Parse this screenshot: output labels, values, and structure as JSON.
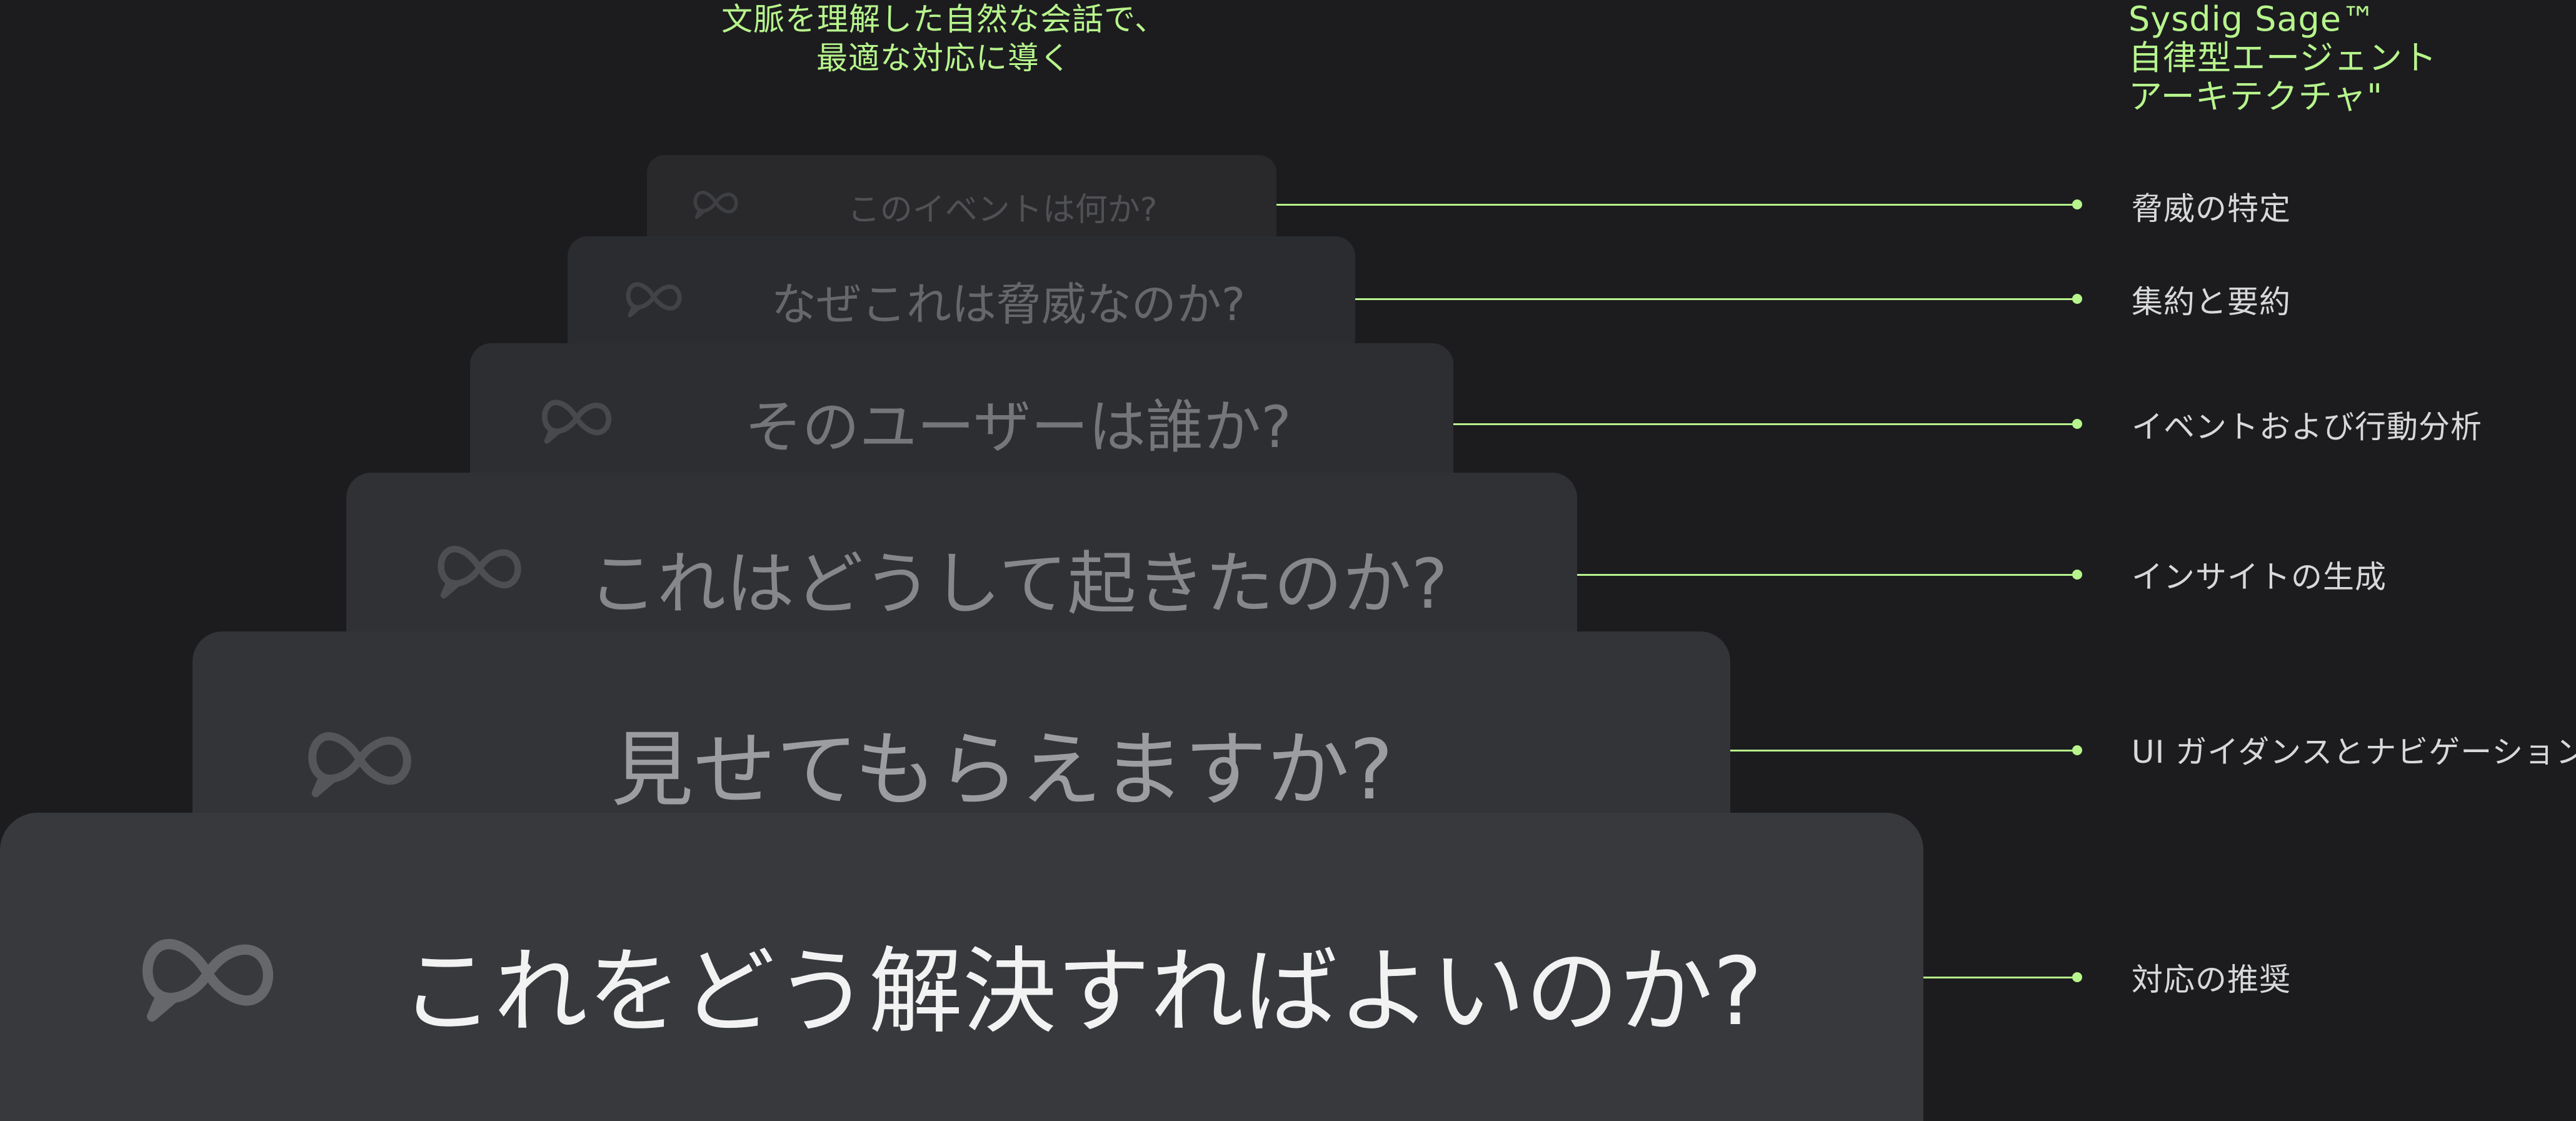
{
  "heading_left": {
    "line1": "文脈を理解した自然な会話で、",
    "line2": "最適な対応に導く"
  },
  "heading_right": {
    "line1": "Sysdig Sage™",
    "line2": "自律型エージェント",
    "line3": "アーキテクチャ\""
  },
  "questions": [
    "このイベントは何か?",
    "なぜこれは脅威なのか?",
    "そのユーザーは誰か?",
    "これはどうして起きたのか?",
    "見せてもらえますか?",
    "これをどう解決すればよいのか?"
  ],
  "labels": [
    "脅威の特定",
    "集約と要約",
    "イベントおよび行動分析",
    "インサイトの生成",
    "UI ガイダンスとナビゲーション",
    "対応の推奨"
  ],
  "colors": {
    "background": "#1c1c1f",
    "accent": "#b7f58c",
    "label_text": "#d7d8da"
  },
  "icon": "sysdig-sage-infinity-chat-icon"
}
